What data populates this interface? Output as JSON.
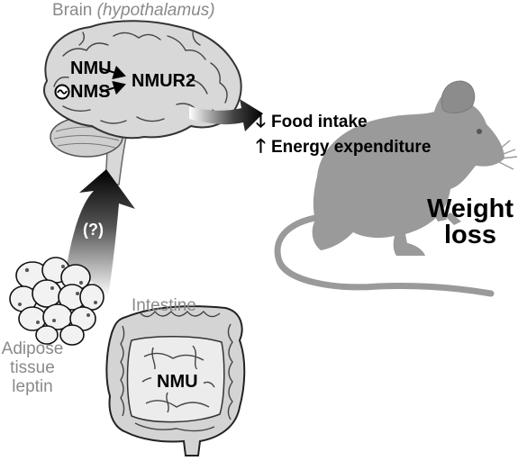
{
  "brain": {
    "title": "Brain",
    "region": "(hypothalamus)",
    "nmu": "NMU",
    "nms": "NMS",
    "receptor": "NMUR2"
  },
  "effects": {
    "food": "Food intake",
    "energy": "Energy expenditure",
    "food_arrow": "🡓",
    "energy_arrow": "🡑"
  },
  "outcome": {
    "line1": "Weight",
    "line2": "loss"
  },
  "unknown_link": "(?)",
  "adipose": {
    "line1": "Adipose",
    "line2": "tissue",
    "line3": "leptin"
  },
  "intestine": {
    "title": "Intestine",
    "label": "NMU"
  },
  "colors": {
    "brain_fill": "#d8d8d8",
    "mouse_fill": "#9a9a9a",
    "label_gray": "#8a8a8a",
    "outline": "#111111"
  }
}
